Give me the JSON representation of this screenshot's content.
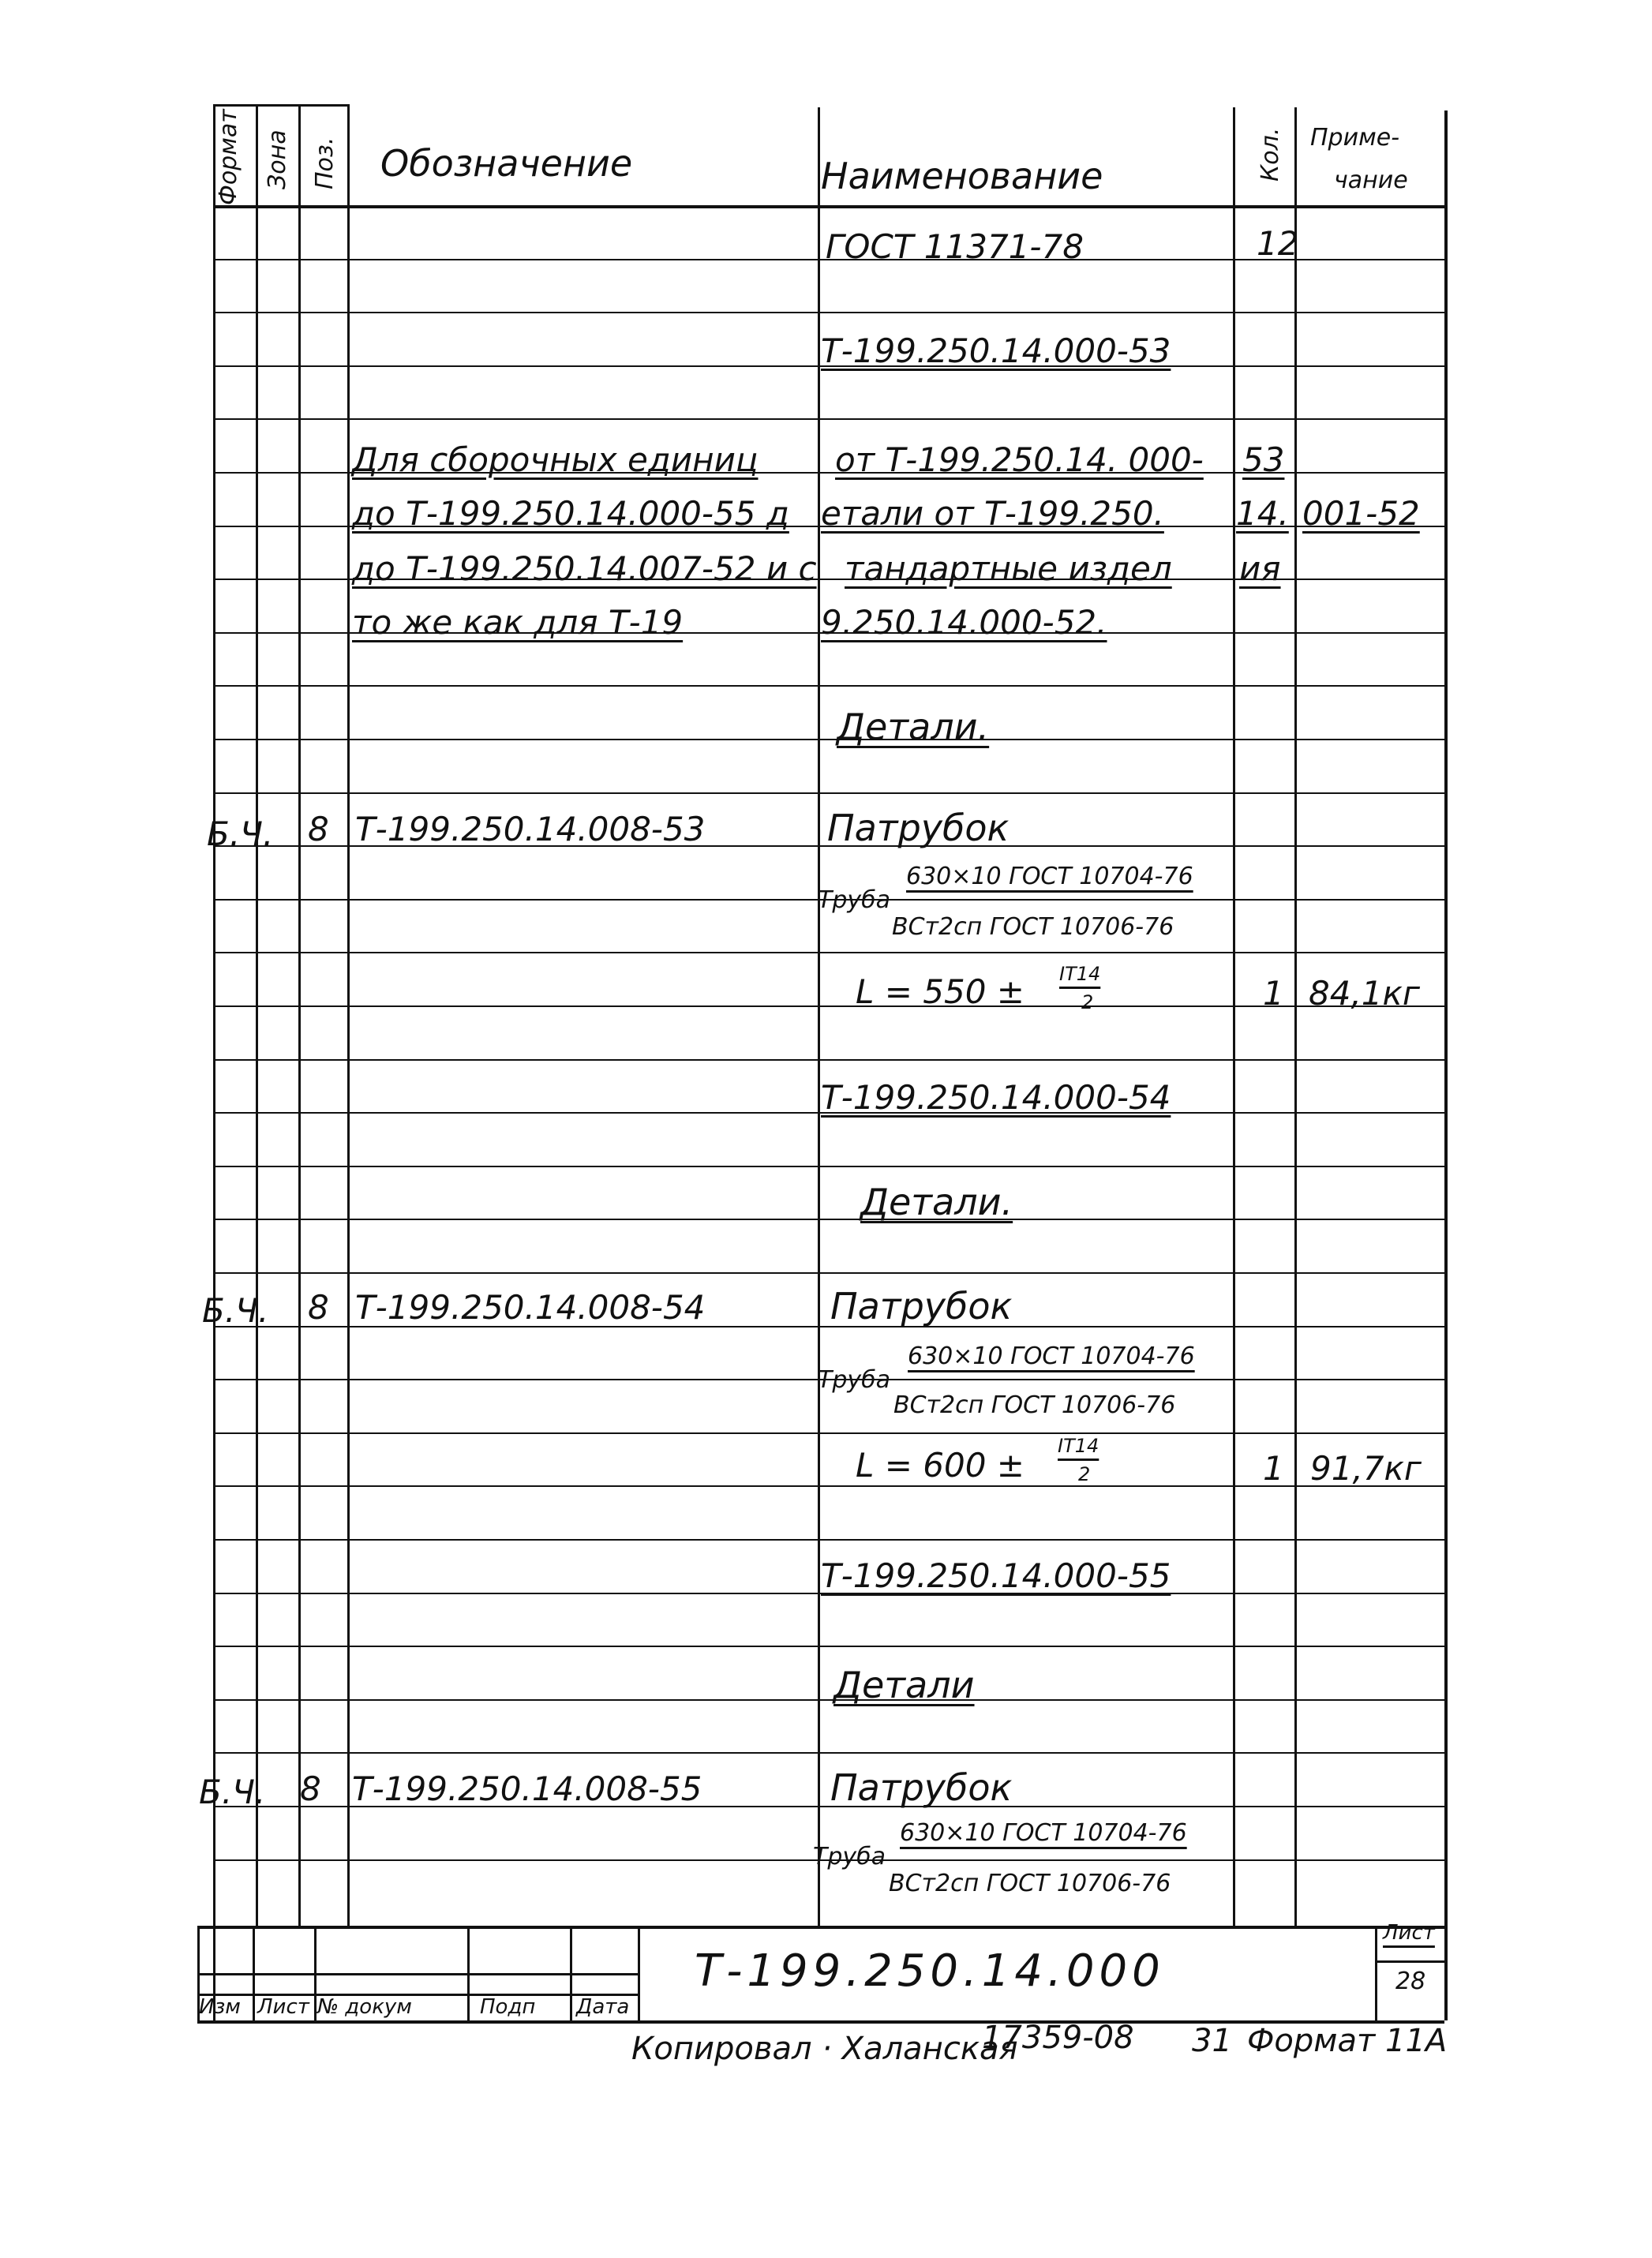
{
  "header": {
    "format": "Формат",
    "zone": "Зона",
    "pos": "Поз.",
    "designation": "Обозначение",
    "name": "Наименование",
    "qty": "Кол.",
    "note_line1": "Приме-",
    "note_line2": "чание"
  },
  "rows": {
    "r1_name": "ГОСТ 11371-78",
    "r1_qty": "12",
    "r3_name": "Т-199.250.14.000-53",
    "r5_desig": "Для сборочных единиц",
    "r5_name": "от Т-199.250.14. 000-",
    "r5_qty": "53",
    "r6_desig": "до Т-199.250.14.000-55 д",
    "r6_name": "етали от Т-199.250.",
    "r6_qty": "14.",
    "r6_note": "001-52",
    "r7_desig": "до Т-199.250.14.007-52 и с",
    "r7_name": "тандартные издел",
    "r7_qty": "ия",
    "r8_desig": "то же как для Т-19",
    "r8_name": "9.250.14.000-52.",
    "r10_name": "Детали.",
    "r12_format": "Б.Ч.",
    "r12_pos": "8",
    "r12_desig": "Т-199.250.14.008-53",
    "r12_name": "Патрубок",
    "r13_truba": "Труба",
    "r13_num": "630×10 ГОСТ 10704-76",
    "r13_den": "ВСт2сп ГОСТ 10706-76",
    "r14_name": "L = 550 ±",
    "r14_frac_num": "IT14",
    "r14_frac_den": "2",
    "r14_qty": "1",
    "r14_note": "84,1кг",
    "r16_name": "Т-199.250.14.000-54",
    "r18_name": "Детали.",
    "r20_format": "Б.Ч.",
    "r20_pos": "8",
    "r20_desig": "Т-199.250.14.008-54",
    "r20_name": "Патрубок",
    "r21_truba": "Труба",
    "r21_num": "630×10 ГОСТ 10704-76",
    "r21_den": "ВСт2сп ГОСТ 10706-76",
    "r22_name": "L = 600 ±",
    "r22_frac_num": "IT14",
    "r22_frac_den": "2",
    "r22_qty": "1",
    "r22_note": "91,7кг",
    "r24_name": "Т-199.250.14.000-55",
    "r26_name": "Детали",
    "r28_format": "Б.Ч.",
    "r28_pos": "8",
    "r28_desig": "Т-199.250.14.008-55",
    "r28_name": "Патрубок",
    "r29_truba": "Труба",
    "r29_num": "630×10 ГОСТ 10704-76",
    "r29_den": "ВСт2сп ГОСТ 10706-76"
  },
  "stamp": {
    "izm": "Изм",
    "list": "Лист",
    "ndokum": "№ докум",
    "podp": "Подп",
    "data": "Дата",
    "doc_code": "Т-199.250.14.000",
    "sheet_label": "Лист",
    "sheet_num": "28"
  },
  "footer": {
    "copied": "Копировал · Халанская",
    "order": "17359-08",
    "sheet": "31",
    "format": "Формат 11А"
  }
}
